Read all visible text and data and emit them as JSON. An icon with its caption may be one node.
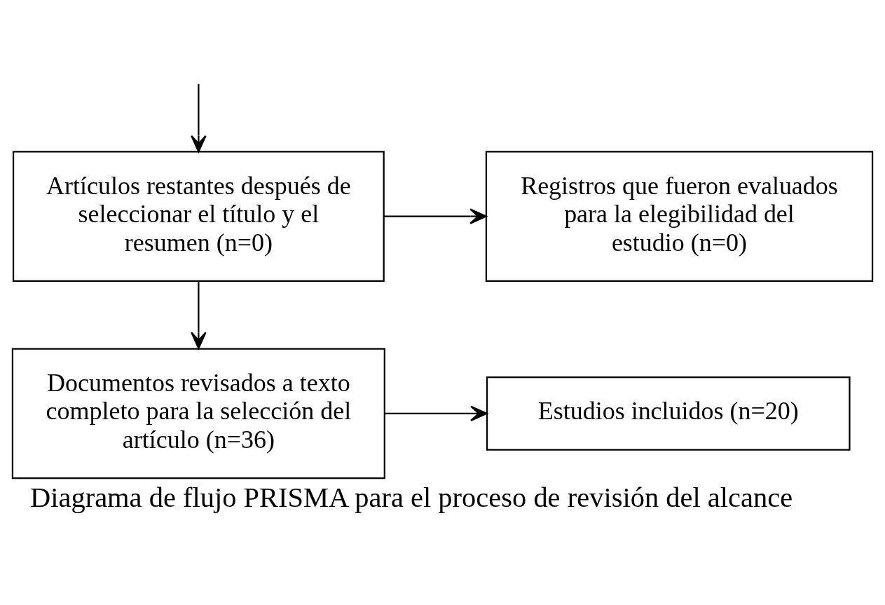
{
  "diagram": {
    "caption": "Diagrama de flujo PRISMA para el proceso de revisión del alcance",
    "nodes": [
      {
        "text": [
          "Artículos restantes después de seleccionar el título y el resumen (n=0)"
        ]
      },
      {
        "text": [
          "Registros que fueron evaluados para la elegibilidad del estudio (n=0)"
        ]
      },
      {
        "text": [
          "Documentos revisados a texto completo para la selección del artículo (n=36)"
        ]
      },
      {
        "text": [
          "Estudios incluidos (n=20)"
        ]
      }
    ],
    "edges": [
      {
        "from": null,
        "to": 0,
        "arrow": "to"
      },
      {
        "from": 0,
        "to": 1,
        "arrow": "to"
      },
      {
        "from": 0,
        "to": 2,
        "arrow": "to"
      },
      {
        "from": 2,
        "to": 3,
        "arrow": "to"
      }
    ]
  }
}
